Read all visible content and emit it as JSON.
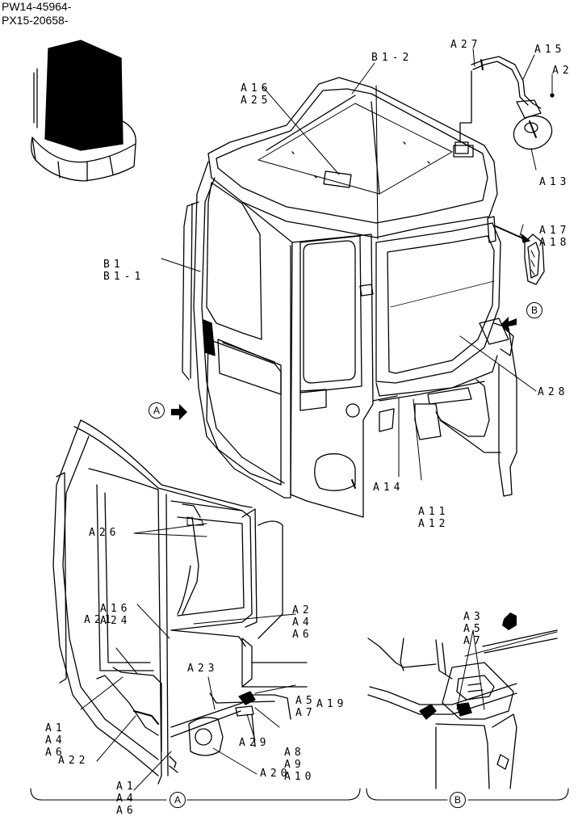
{
  "serials": [
    "PW14-45964-",
    "PX15-20658-"
  ],
  "labels": {
    "a16_a25": [
      "A16",
      "A25"
    ],
    "b1_2": "B1-2",
    "a27": "A27",
    "a15": "A15",
    "a2_top": "A2",
    "a13": "A13",
    "a17_a18": [
      "A17",
      "A18"
    ],
    "b1_b1_1": [
      "B1",
      "B1-1"
    ],
    "a28": "A28",
    "a14": "A14",
    "a11_a12": [
      "A11",
      "A12"
    ],
    "a26": "A26",
    "a16_a24": [
      "A16",
      "A24"
    ],
    "a2_a4_a6": [
      "A2",
      "A4",
      "A6"
    ],
    "a21": "A21",
    "a1_a4_a6_upper": [
      "A1",
      "A4",
      "A6"
    ],
    "a23": "A23",
    "a5_a7": [
      "A5",
      "A7"
    ],
    "a19": "A19",
    "a8_a9_a10": [
      "A8",
      "A9",
      "A10"
    ],
    "a29": "A29",
    "a22": "A22",
    "a1_a4_a6_lower": [
      "A1",
      "A4",
      "A6"
    ],
    "a20": "A20",
    "a3_a5_a7": [
      "A3",
      "A5",
      "A7"
    ]
  },
  "view_markers": {
    "a_arrow": "A",
    "b_arrow": "B",
    "a_bottom": "A",
    "b_bottom": "B"
  }
}
